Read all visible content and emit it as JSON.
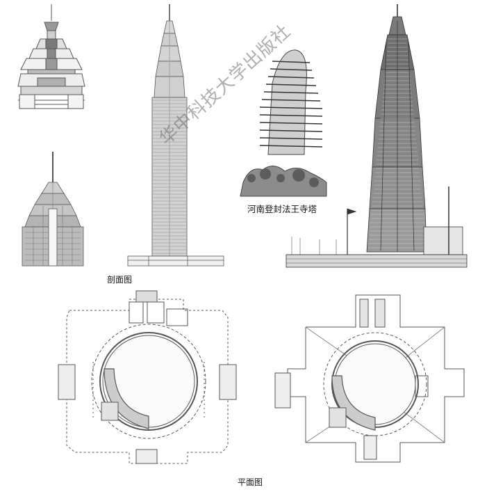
{
  "captions": {
    "pagoda": "河南登封法王寺塔",
    "section": "剖面图",
    "plan": "平面图"
  },
  "watermark": "华中科技大学出版社",
  "colors": {
    "line": "#444444",
    "light": "#9a9a9a",
    "fill_mid": "#b8b8b8",
    "fill_dark": "#6e6e6e"
  }
}
